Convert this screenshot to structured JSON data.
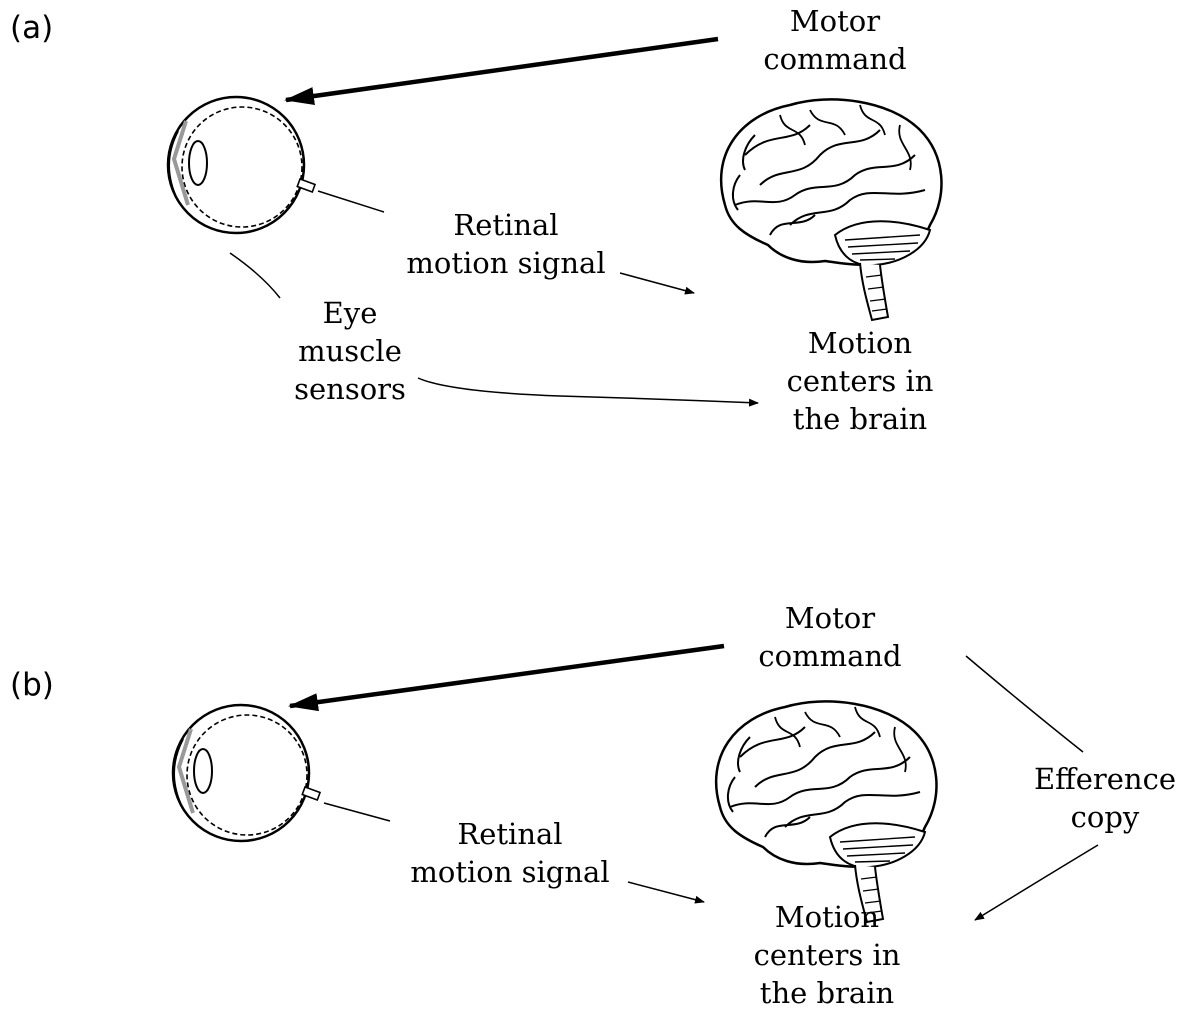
{
  "panels": [
    {
      "tag": "(a)",
      "motor_command": [
        "Motor",
        "command"
      ],
      "retinal_signal": [
        "Retinal",
        "motion signal"
      ],
      "eye_muscle": [
        "Eye",
        "muscle",
        "sensors"
      ],
      "motion_centers": [
        "Motion",
        "centers in",
        "the brain"
      ]
    },
    {
      "tag": "(b)",
      "motor_command": [
        "Motor",
        "command"
      ],
      "retinal_signal": [
        "Retinal",
        "motion signal"
      ],
      "efference_copy": [
        "Efference",
        "copy"
      ],
      "motion_centers": [
        "Motion",
        "centers in",
        "the brain"
      ]
    }
  ],
  "icons": {
    "eye": "eyeball-icon",
    "brain": "brain-icon"
  },
  "colors": {
    "ink": "#000000",
    "lens_gray": "#999999"
  }
}
